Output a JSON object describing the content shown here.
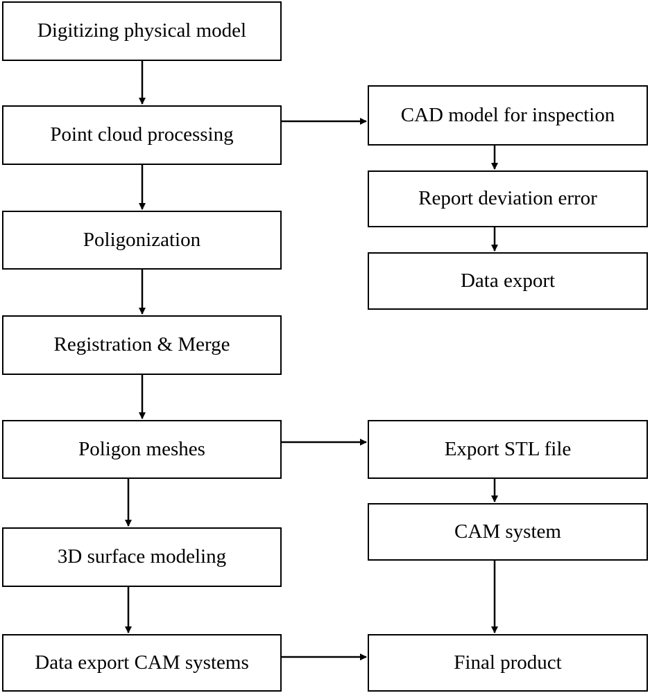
{
  "diagram": {
    "nodes": {
      "digitizing": "Digitizing physical model",
      "point_cloud": "Point cloud processing",
      "poligonization": "Poligonization",
      "registration": "Registration & Merge",
      "poligon_meshes": "Poligon meshes",
      "surface_modeling": "3D surface modeling",
      "data_export_cam": "Data export CAM systems",
      "cad_inspection": "CAD model for inspection",
      "report_deviation": "Report deviation error",
      "data_export": "Data export",
      "export_stl": "Export STL file",
      "cam_system": "CAM system",
      "final_product": "Final product"
    },
    "edges": [
      {
        "from": "digitizing",
        "to": "point_cloud"
      },
      {
        "from": "point_cloud",
        "to": "poligonization"
      },
      {
        "from": "poligonization",
        "to": "registration"
      },
      {
        "from": "registration",
        "to": "poligon_meshes"
      },
      {
        "from": "poligon_meshes",
        "to": "surface_modeling"
      },
      {
        "from": "surface_modeling",
        "to": "data_export_cam"
      },
      {
        "from": "point_cloud",
        "to": "cad_inspection"
      },
      {
        "from": "cad_inspection",
        "to": "report_deviation"
      },
      {
        "from": "report_deviation",
        "to": "data_export"
      },
      {
        "from": "poligon_meshes",
        "to": "export_stl"
      },
      {
        "from": "export_stl",
        "to": "cam_system"
      },
      {
        "from": "cam_system",
        "to": "final_product"
      },
      {
        "from": "data_export_cam",
        "to": "final_product"
      }
    ],
    "colors": {
      "stroke": "#000000",
      "fill": "#ffffff",
      "text": "#000000"
    }
  }
}
